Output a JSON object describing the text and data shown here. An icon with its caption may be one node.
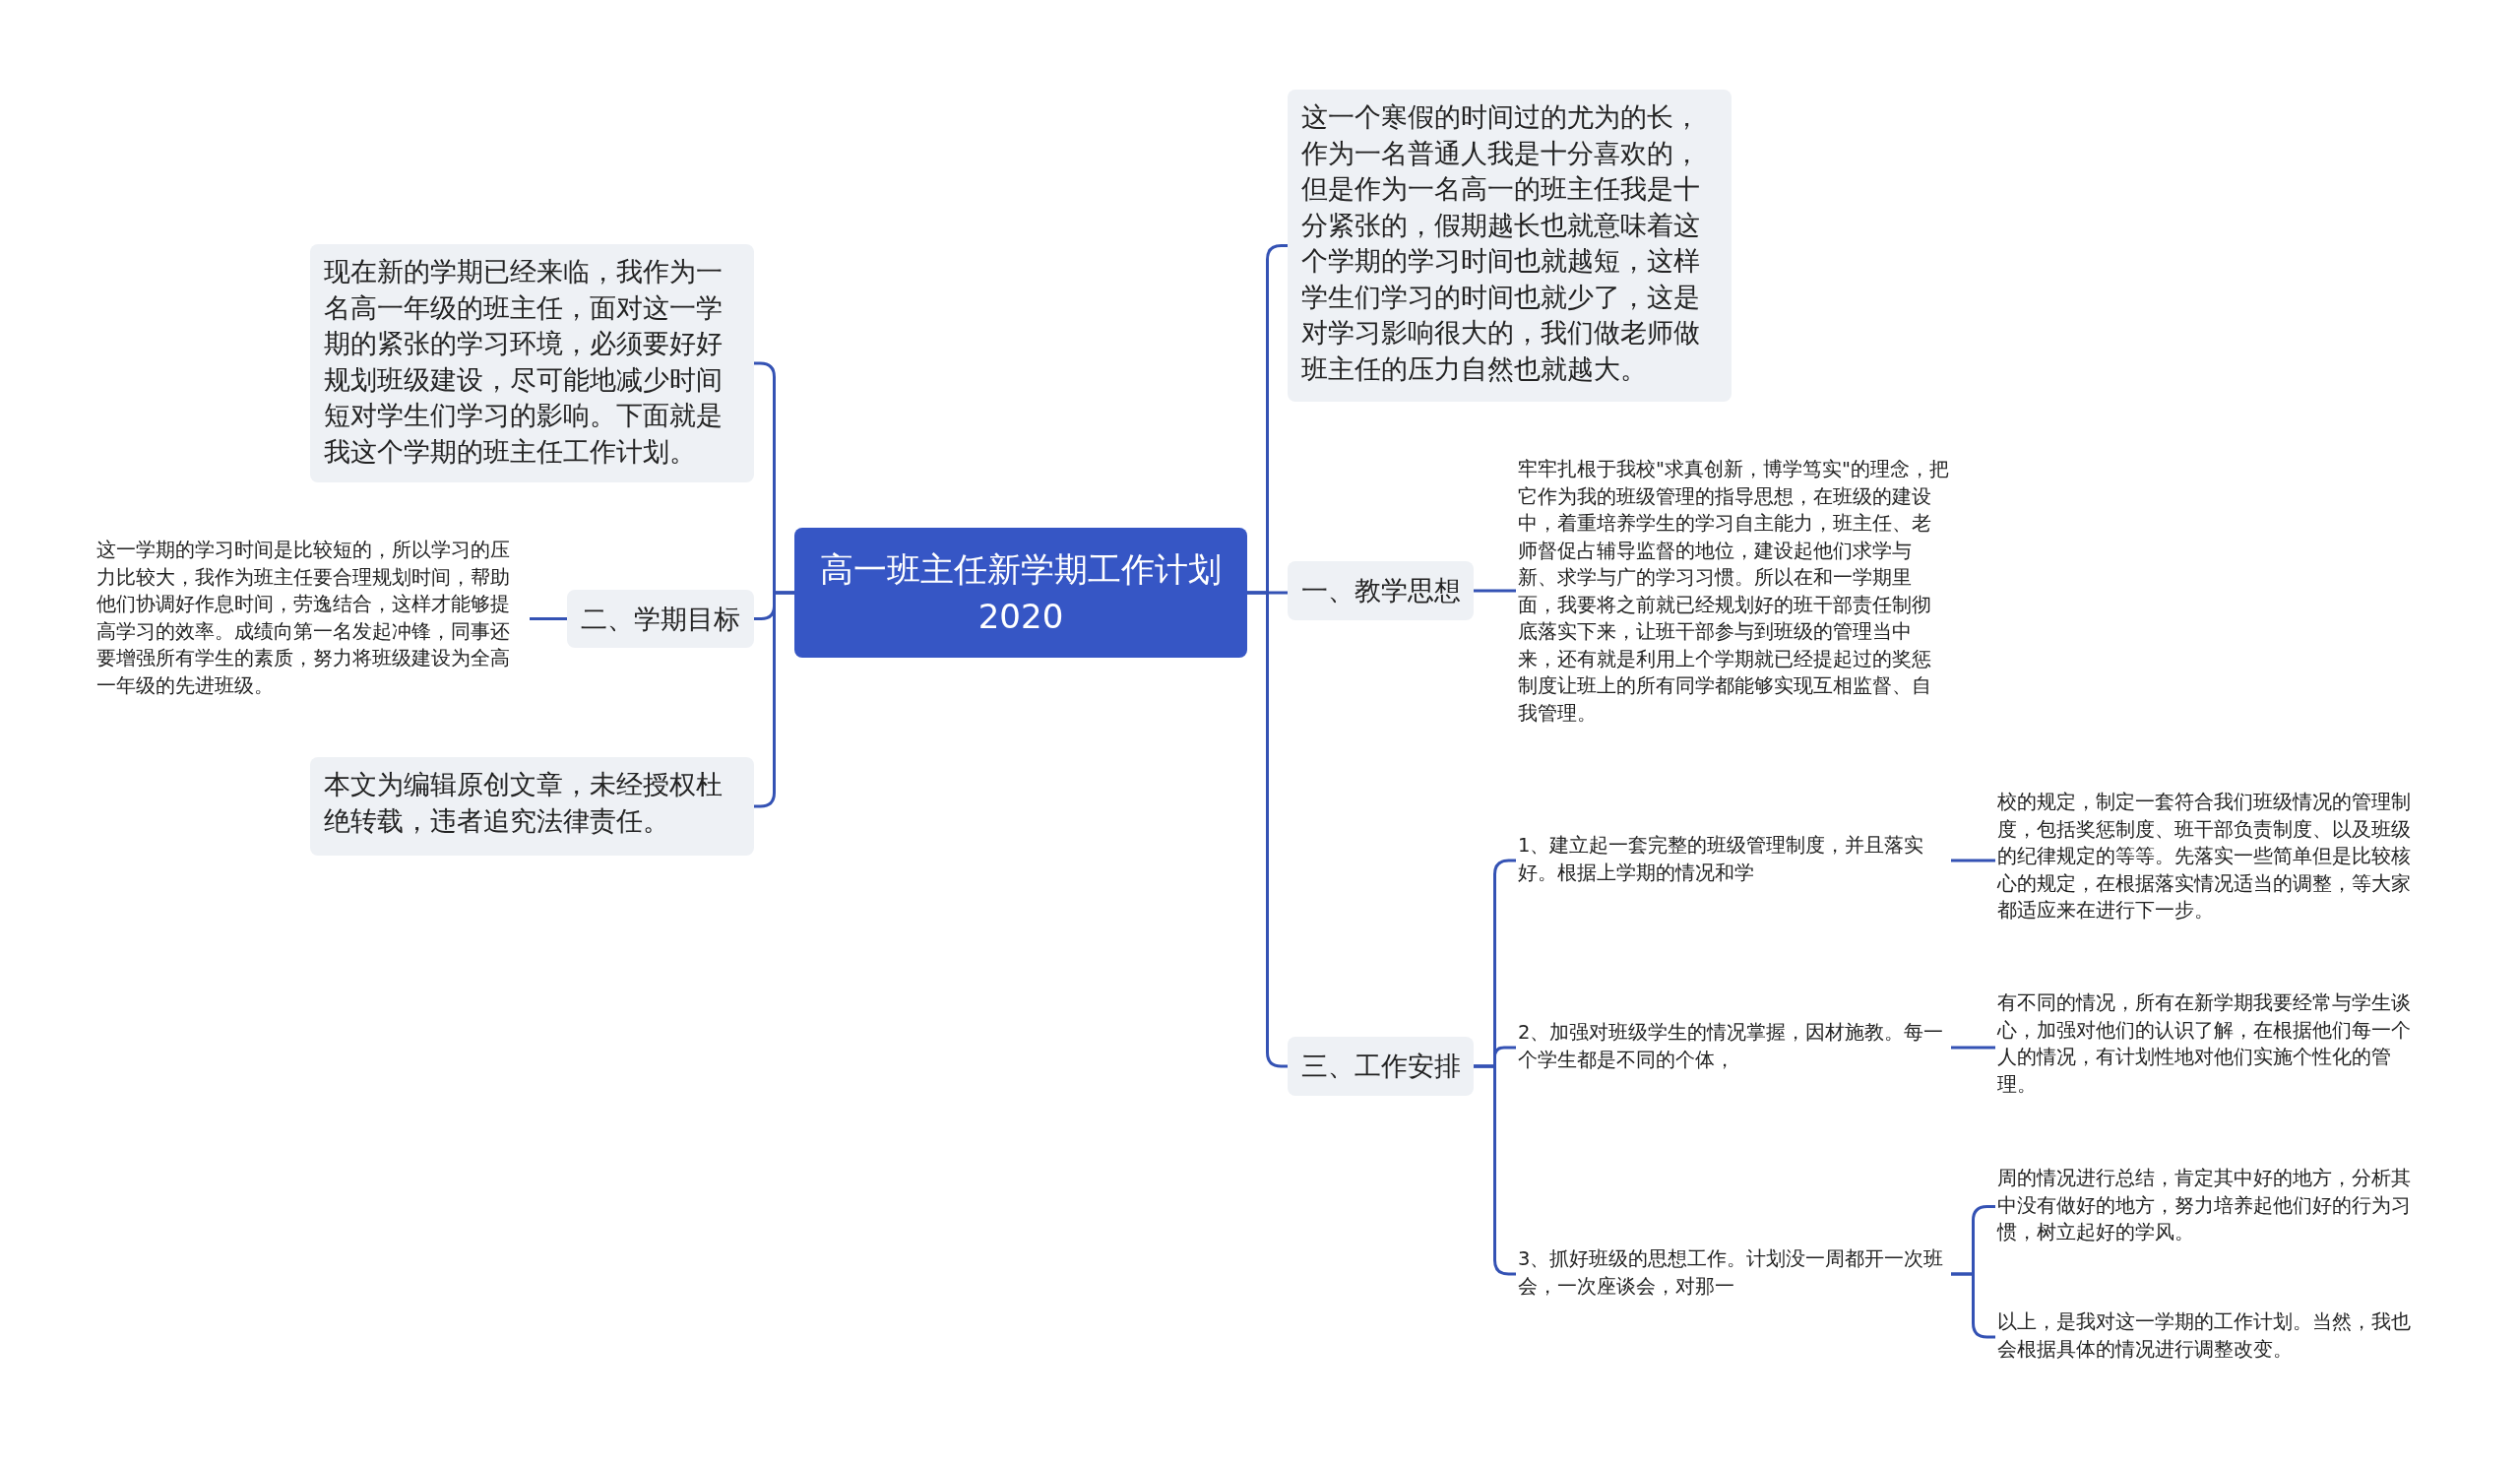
{
  "diagram": {
    "nodes": [
      {
        "text": [
          "高一班主任新学期工作计划2020"
        ]
      },
      {
        "text": [
          "现在新的学期已经来临，我作为一名高一年级的班主任，面对这一学期的紧张的学习环境，必须要好好规划班级建设，尽可能地减少时间短对学生们学习的影响。下面就是我这个学期的班主任工作计划。"
        ]
      },
      {
        "text": [
          "二、学期目标"
        ]
      },
      {
        "text": [
          "这一学期的学习时间是比较短的，所以学习的压力比较大，我作为班主任要合理规划时间，帮助他们协调好作息时间，劳逸结合，这样才能够提高学习的效率。成绩向第一名发起冲锋，同事还要增强所有学生的素质，努力将班级建设为全高一年级的先进班级。"
        ]
      },
      {
        "text": [
          "本文为编辑原创文章，未经授权杜绝转载，违者追究法律责任。"
        ]
      },
      {
        "text": [
          "这一个寒假的时间过的尤为的长，作为一名普通人我是十分喜欢的，但是作为一名高一的班主任我是十分紧张的，假期越长也就意味着这个学期的学习时间也就越短，这样学生们学习的时间也就少了，这是对学习影响很大的，我们做老师做班主任的压力自然也就越大。"
        ]
      },
      {
        "text": [
          "一、教学思想"
        ]
      },
      {
        "text": [
          "牢牢扎根于我校\"求真创新，博学笃实\"的理念，把它作为我的班级管理的指导思想，在班级的建设中，着重培养学生的学习自主能力，班主任、老师督促占辅导监督的地位，建设起他们求学与新、求学与广的学习习惯。所以在和一学期里面，我要将之前就已经规划好的班干部责任制彻底落实下来，让班干部参与到班级的管理当中来，还有就是利用上个学期就已经提起过的奖惩制度让班上的所有同学都能够实现互相监督、自我管理。"
        ]
      },
      {
        "text": [
          "三、工作安排"
        ]
      },
      {
        "text": [
          "1、建立起一套完整的班级管理制度，并且落实好。根据上学期的情况和学"
        ]
      },
      {
        "text": [
          "校的规定，制定一套符合我们班级情况的管理制度，包括奖惩制度、班干部负责制度、以及班级的纪律规定的等等。先落实一些简单但是比较核心的规定，在根据落实情况适当的调整，等大家都适应来在进行下一步。"
        ]
      },
      {
        "text": [
          "2、加强对班级学生的情况掌握，因材施教。每一个学生都是不同的个体，"
        ]
      },
      {
        "text": [
          "有不同的情况，所有在新学期我要经常与学生谈心，加强对他们的认识了解，在根据他们每一个人的情况，有计划性地对他们实施个性化的管理。"
        ]
      },
      {
        "text": [
          "3、抓好班级的思想工作。计划没一周都开一次班会，一次座谈会，对那一"
        ]
      },
      {
        "text": [
          "周的情况进行总结，肯定其中好的地方，分析其中没有做好的地方，努力培养起他们好的行为习惯，树立起好的学风。"
        ]
      },
      {
        "text": [
          "以上，是我对这一学期的工作计划。当然，我也会根据具体的情况进行调整改变。"
        ]
      }
    ],
    "edges": [
      {
        "from": 0,
        "to": 1,
        "arrow": "none"
      },
      {
        "from": 0,
        "to": 2,
        "arrow": "none"
      },
      {
        "from": 2,
        "to": 3,
        "arrow": "none"
      },
      {
        "from": 0,
        "to": 4,
        "arrow": "none"
      },
      {
        "from": 0,
        "to": 5,
        "arrow": "none"
      },
      {
        "from": 0,
        "to": 6,
        "arrow": "none"
      },
      {
        "from": 6,
        "to": 7,
        "arrow": "none"
      },
      {
        "from": 0,
        "to": 8,
        "arrow": "none"
      },
      {
        "from": 8,
        "to": 9,
        "arrow": "none"
      },
      {
        "from": 9,
        "to": 10,
        "arrow": "none"
      },
      {
        "from": 8,
        "to": 11,
        "arrow": "none"
      },
      {
        "from": 11,
        "to": 12,
        "arrow": "none"
      },
      {
        "from": 8,
        "to": 13,
        "arrow": "none"
      },
      {
        "from": 13,
        "to": 14,
        "arrow": "none"
      },
      {
        "from": 13,
        "to": 15,
        "arrow": "none"
      }
    ]
  }
}
